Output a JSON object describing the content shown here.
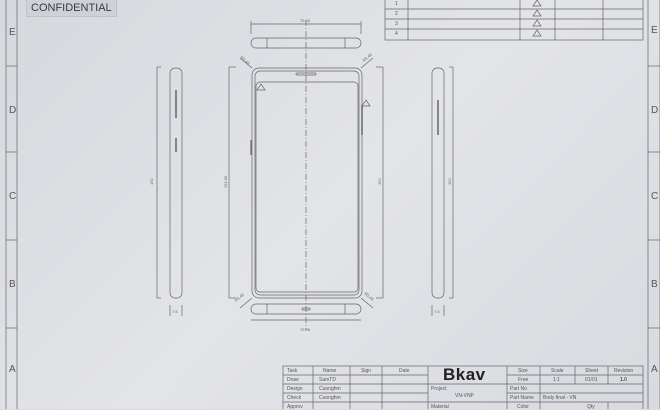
{
  "confidential_label": "CONFIDENTIAL",
  "row_letters": [
    "E",
    "D",
    "C",
    "B",
    "A"
  ],
  "revision_table": {
    "rows": [
      "1",
      "2",
      "3",
      "4"
    ],
    "mark_icon": "warning-triangle-icon"
  },
  "dimensions": {
    "width": "75.26",
    "height_left": "152",
    "height_front": "151.96",
    "height_right": "152",
    "height_side": "152",
    "thickness_left": "7.5",
    "thickness_right": "7.5",
    "radius": "R5.48"
  },
  "title_block": {
    "headers": {
      "task": "Task",
      "name": "Name",
      "sign": "Sign",
      "date": "Date",
      "size": "Size",
      "scale": "Scale",
      "sheet": "Sheet",
      "revision": "Revision"
    },
    "rows": [
      {
        "task": "Draw",
        "name": "SamTD"
      },
      {
        "task": "Design",
        "name": "Cuonghm"
      },
      {
        "task": "Check",
        "name": "Cuonghm"
      },
      {
        "task": "Approv",
        "name": ""
      }
    ],
    "logo": "Bkav",
    "size_value": "Free",
    "scale_value": "1:1",
    "sheet_value": "01/01",
    "revision_value": "1.0",
    "project_label": "Project",
    "project_value": "VN-VNP",
    "part_no_label": "Part No",
    "part_name_label": "Part Name",
    "part_name_value": "Body final - VN",
    "material_label": "Material",
    "color_label": "Color",
    "qty_label": "Qty"
  }
}
